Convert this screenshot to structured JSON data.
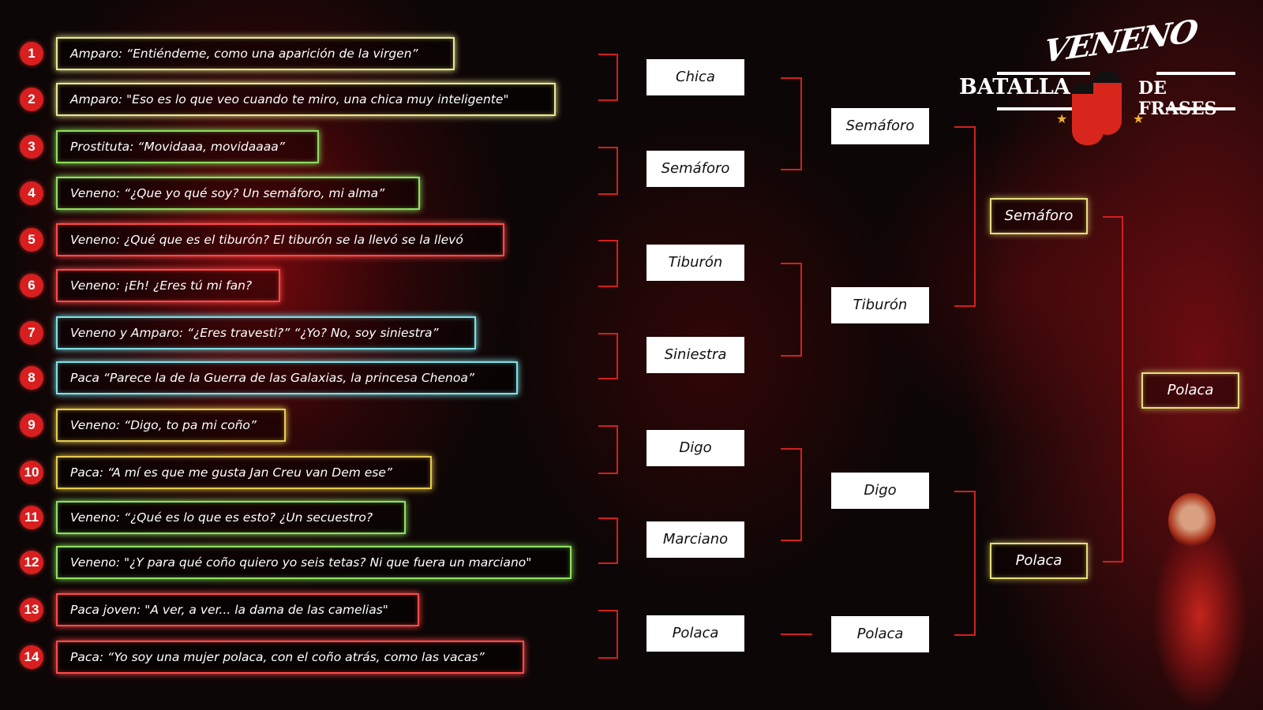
{
  "logo": {
    "brand": "VENENO",
    "title_left": "BATALLA",
    "title_right": "DE FRASES"
  },
  "quotes": [
    {
      "n": "1",
      "text": "Amparo: “Entiéndeme, como una aparición de la virgen”",
      "color": "#e8e890"
    },
    {
      "n": "2",
      "text": "Amparo: \"Eso es lo que veo cuando te miro, una chica muy inteligente\"",
      "color": "#e8e890"
    },
    {
      "n": "3",
      "text": "Prostituta: “Movidaaa, movidaaaa”",
      "color": "#8ee060"
    },
    {
      "n": "4",
      "text": "Veneno: “¿Que yo qué soy? Un semáforo, mi alma”",
      "color": "#8ee060"
    },
    {
      "n": "5",
      "text": "Veneno: ¿Qué que es el tiburón? El tiburón se la llevó se la llevó",
      "color": "#ff4a4a"
    },
    {
      "n": "6",
      "text": "Veneno: ¡Eh! ¿Eres tú mi fan?",
      "color": "#ff4a4a"
    },
    {
      "n": "7",
      "text": "Veneno y Amparo: “¿Eres travesti?” “¿Yo? No, soy siniestra”",
      "color": "#7ee0e6"
    },
    {
      "n": "8",
      "text": "Paca “Parece la de la Guerra de las Galaxias, la princesa Chenoa”",
      "color": "#7ee0e6"
    },
    {
      "n": "9",
      "text": "Veneno: “Digo, to pa mi coño”",
      "color": "#e6cc50"
    },
    {
      "n": "10",
      "text": "Paca: “A mí es que me gusta Jan Creu van Dem ese”",
      "color": "#e6cc50"
    },
    {
      "n": "11",
      "text": "Veneno: “¿Qué es lo que es esto? ¿Un secuestro?",
      "color": "#8ee060"
    },
    {
      "n": "12",
      "text": "Veneno: \"¿Y para qué coño quiero yo seis tetas? Ni que fuera un marciano\"",
      "color": "#8ee060"
    },
    {
      "n": "13",
      "text": "Paca joven: \"A ver, a ver... la dama de las camelias\"",
      "color": "#ff4a4a"
    },
    {
      "n": "14",
      "text": "Paca: “Yo soy una mujer polaca, con el coño atrás, como las vacas”",
      "color": "#ff4a4a"
    }
  ],
  "round1": [
    "Chica",
    "Semáforo",
    "Tiburón",
    "Siniestra",
    "Digo",
    "Marciano",
    "Polaca"
  ],
  "round2": [
    "Semáforo",
    "Tiburón",
    "Digo",
    "Polaca"
  ],
  "round3": [
    "Semáforo",
    "Polaca"
  ],
  "final": "Polaca",
  "colors": {
    "accent": "#d41f1f",
    "number_badge": "#d81e1e",
    "gold": "#e6e07a"
  }
}
